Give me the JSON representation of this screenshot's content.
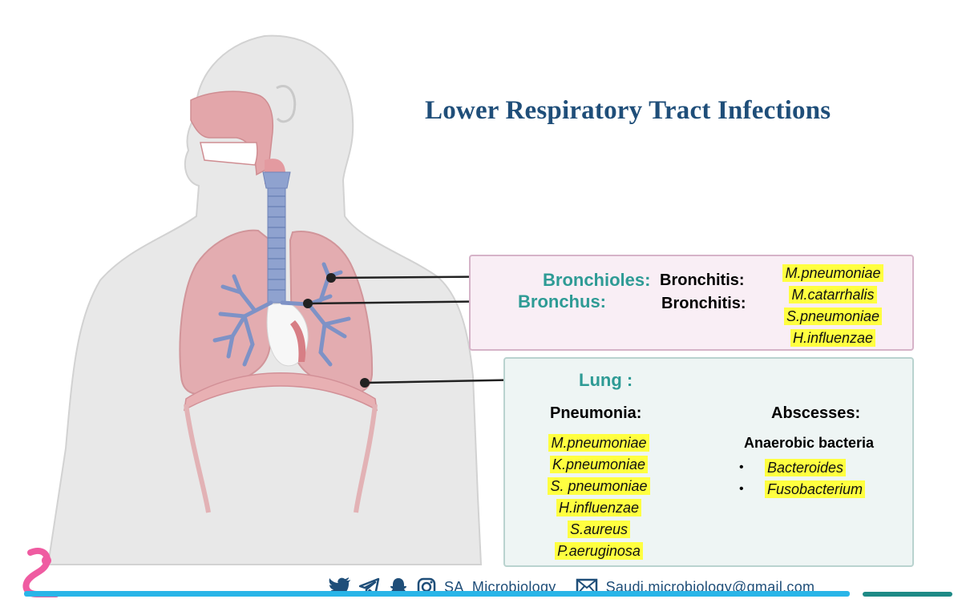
{
  "title": "Lower Respiratory Tract Infections",
  "upper_box": {
    "bronchioles_label": "Bronchioles:",
    "bronchus_label": "Bronchus:",
    "disease_1": "Bronchitis:",
    "disease_2": "Bronchitis:",
    "organisms": [
      "M.pneumoniae",
      "M.catarrhalis",
      "S.pneumoniae",
      "H.influenzae"
    ]
  },
  "lung_box": {
    "lung_label": "Lung :",
    "pneumonia_heading": "Pneumonia:",
    "pneumonia_organisms": [
      "M.pneumoniae",
      "K.pneumoniae",
      "S. pneumoniae",
      "H.influenzae",
      "S.aureus",
      "P.aeruginosa"
    ],
    "abscess_heading": "Abscesses:",
    "abscess_subheading": "Anaerobic bacteria",
    "abscess_organisms": [
      "Bacteroides",
      "Fusobacterium"
    ]
  },
  "footer": {
    "handle": "SA_Microbiology",
    "email": "Saudi.microbiology@gmail.com",
    "icons": [
      "twitter-icon",
      "telegram-icon",
      "snapchat-icon",
      "instagram-icon",
      "mail-icon"
    ]
  },
  "colors": {
    "title": "#1f4e79",
    "teal_label": "#2e9b95",
    "highlight": "#ffff40",
    "footer_bar": "#29b5e8"
  }
}
